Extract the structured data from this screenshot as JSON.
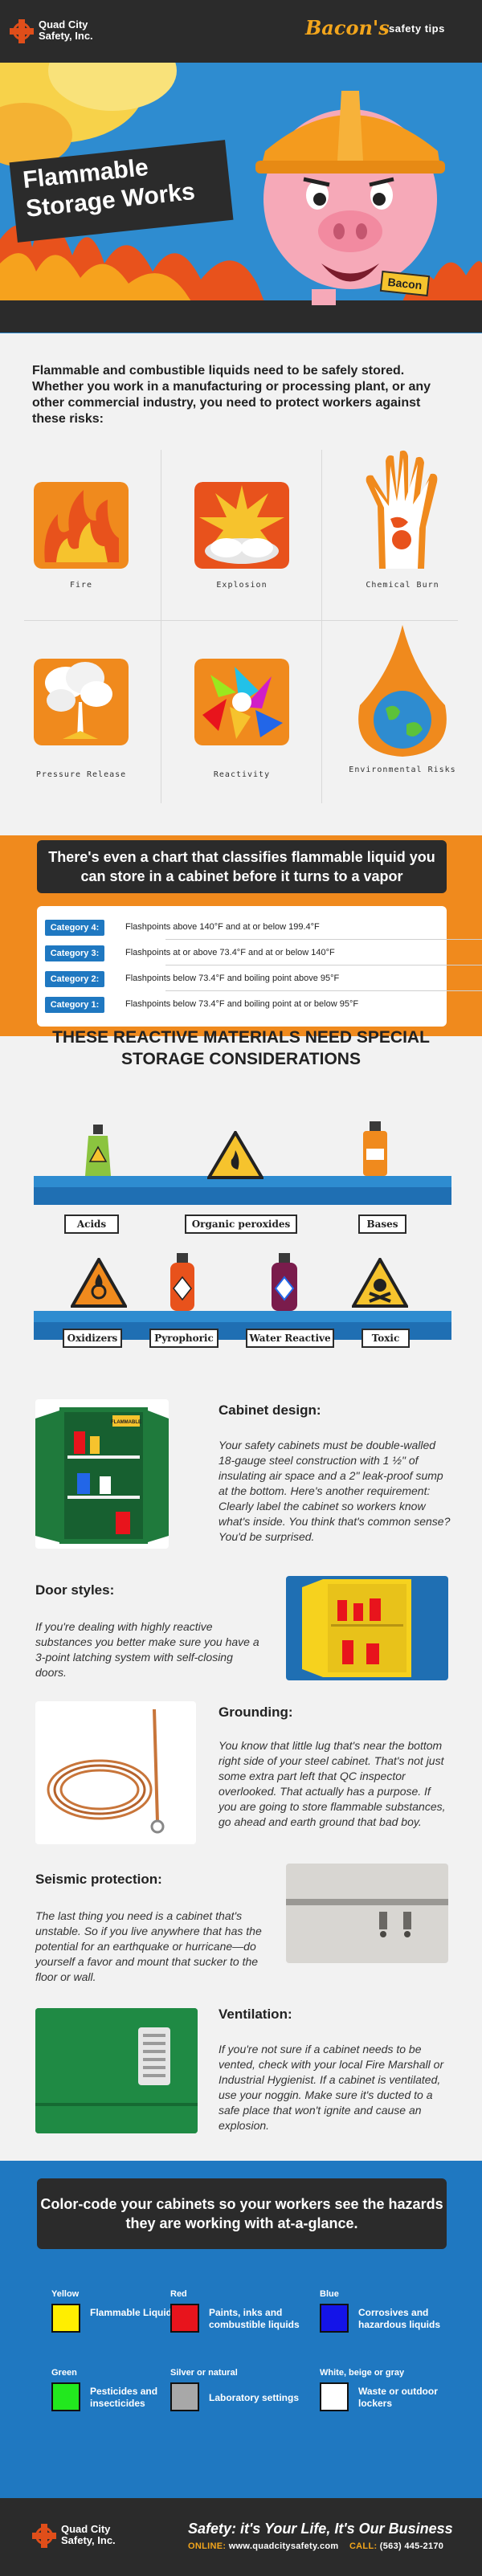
{
  "header": {
    "company_line1": "Quad City",
    "company_line2": "Safety, Inc.",
    "brand": "Bacon's",
    "tagline": "safety tips"
  },
  "hero": {
    "title_line1": "Flammable",
    "title_line2": "Storage Works",
    "mascot_tag": "Bacon"
  },
  "intro": "Flammable and combustible liquids need to be safely stored. Whether you work in a manufacturing or processing plant, or any other commercial industry, you need to protect workers against these risks:",
  "hazards": [
    {
      "label": "Fire",
      "icon": "fire-icon"
    },
    {
      "label": "Explosion",
      "icon": "explosion-icon"
    },
    {
      "label": "Chemical Burn",
      "icon": "chemical-burn-icon"
    },
    {
      "label": "Pressure Release",
      "icon": "pressure-release-icon"
    },
    {
      "label": "Reactivity",
      "icon": "reactivity-icon"
    },
    {
      "label": "Environmental Risks",
      "icon": "environmental-risk-icon"
    }
  ],
  "chart": {
    "banner": "There's even a chart that classifies flammable liquid you can store in a cabinet before it turns to a vapor",
    "categories": [
      {
        "badge": "Category 4:",
        "text": "Flashpoints above 140°F and at or below 199.4°F"
      },
      {
        "badge": "Category 3:",
        "text": "Flashpoints at or above 73.4°F and at or below 140°F"
      },
      {
        "badge": "Category 2:",
        "text": "Flashpoints below 73.4°F and boiling point above 95°F"
      },
      {
        "badge": "Category 1:",
        "text": "Flashpoints below 73.4°F and boiling point at or below 95°F"
      }
    ]
  },
  "reactive": {
    "title_line1": "THESE REACTIVE MATERIALS NEED SPECIAL",
    "title_line2": "STORAGE CONSIDERATIONS",
    "row1": [
      "Acids",
      "Organic peroxides",
      "Bases"
    ],
    "row2": [
      "Oxidizers",
      "Pyrophoric",
      "Water Reactive",
      "Toxic"
    ]
  },
  "sections": {
    "cabinet": {
      "heading": "Cabinet design:",
      "body": "Your safety cabinets must be double-walled 18-gauge steel construction with 1 ½\" of insulating air space and a 2\" leak-proof sump at the bottom. Here's another requirement: Clearly label the cabinet so workers know what's inside. You think that's common sense? You'd be surprised.",
      "cabinet_label": "FLAMMABLE"
    },
    "door": {
      "heading": "Door styles:",
      "body": "If you're dealing with highly reactive substances you better make sure you have a 3-point latching system with self-closing doors."
    },
    "grounding": {
      "heading": "Grounding:",
      "body": "You know that little lug that's near the bottom right side of your steel cabinet. That's not just some extra part left that QC inspector overlooked. That actually has a purpose. If you are going to store flammable substances, go ahead and earth ground that bad boy."
    },
    "seismic": {
      "heading": "Seismic protection:",
      "body": "The last thing you need is a cabinet that's unstable. So if you live anywhere that has the potential for an earthquake or hurricane—do yourself a favor and mount that sucker to the floor or wall."
    },
    "ventilation": {
      "heading": "Ventilation:",
      "body": "If you're not sure if a cabinet needs to be vented, check with your local Fire Marshall or Industrial Hygienist. If a cabinet is ventilated, use your noggin. Make sure it's ducted to a safe place that won't ignite and cause an explosion."
    }
  },
  "color_code": {
    "banner": "Color-code your cabinets so your workers see the hazards they are working with at-a-glance.",
    "items": [
      {
        "category": "Yellow",
        "color": "#ffee00",
        "desc": "Flammable Liquids"
      },
      {
        "category": "Red",
        "color": "#e8141c",
        "desc": "Paints, inks and combustible liquids"
      },
      {
        "category": "Blue",
        "color": "#1414e8",
        "desc": "Corrosives and hazardous liquids"
      },
      {
        "category": "Green",
        "color": "#22e81e",
        "desc": "Pesticides and insecticides"
      },
      {
        "category": "Silver or natural",
        "color": "#a8a8a8",
        "desc": "Laboratory settings"
      },
      {
        "category": "White, beige or gray",
        "color": "#ffffff",
        "desc": "Waste or outdoor lockers"
      }
    ]
  },
  "footer": {
    "company_line1": "Quad City",
    "company_line2": "Safety, Inc.",
    "slogan": "Safety: it's Your Life, It's Our Business",
    "online_label": "ONLINE:",
    "website": "www.quadcitysafety.com",
    "call_label": "CALL:",
    "phone": "(563) 445-2170"
  },
  "colors": {
    "dark": "#2b2b2b",
    "orange": "#f08a1d",
    "blue": "#1f78c1",
    "logo_red": "#e04e1a",
    "brand_gold": "#f2a51c"
  }
}
